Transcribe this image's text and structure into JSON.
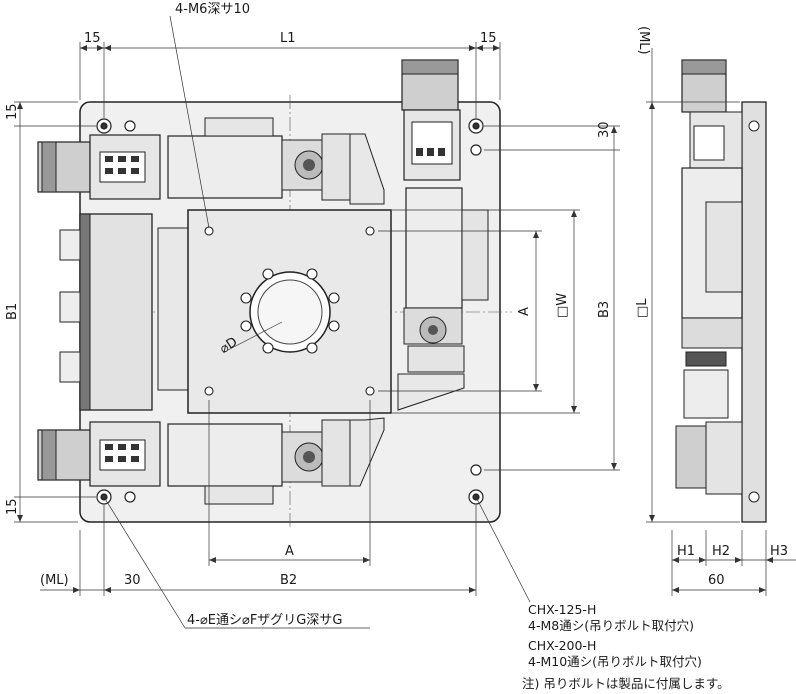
{
  "drawing": {
    "labels": {
      "top_hole_callout": "4-M6深サ10",
      "dim_15_top_left": "15",
      "dim_L1": "L1",
      "dim_15_top_right": "15",
      "dim_ML_right": "(ML)",
      "dim_15_left_top": "15",
      "dim_B1": "B1",
      "dim_15_left_bottom": "15",
      "dim_30_right": "30",
      "dim_A_vertical": "A",
      "dim_W": "□W",
      "dim_B3": "B3",
      "dim_L_square": "□L",
      "dim_D": "⌀D",
      "dim_A_horizontal": "A",
      "dim_ML_bottom": "(ML)",
      "dim_30_bottom": "30",
      "dim_B2": "B2",
      "dim_H1": "H1",
      "dim_H2": "H2",
      "dim_H3": "H3",
      "dim_60": "60",
      "bottom_hole_callout": "4-⌀E通シ⌀FザグリG深サG"
    },
    "notes": {
      "model_1": "CHX-125-H",
      "bolt_1": "4-M8通シ(吊りボルト取付穴)",
      "model_2": "CHX-200-H",
      "bolt_2": "4-M10通シ(吊りボルト取付穴)",
      "footnote": "注) 吊りボルトは製品に付属します。"
    }
  }
}
